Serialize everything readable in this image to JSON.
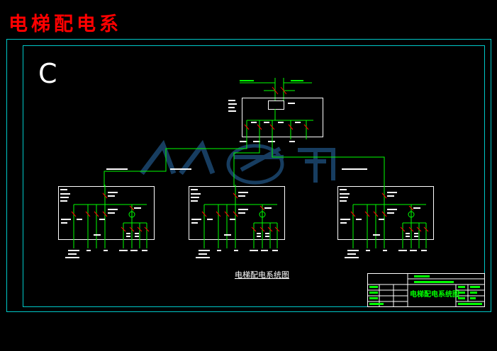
{
  "page_title": "电梯配电系",
  "sheet_letter": "C",
  "diagram_caption": "电梯配电系统图",
  "title_block": {
    "drawing_name": "电梯配电系统图"
  },
  "colors": {
    "background": "#000000",
    "frame": "#00c8c8",
    "wire": "#00ff00",
    "equipment": "#ffffff",
    "breaker": "#ff0000",
    "title": "#ff0000",
    "watermark": "#2a6fb0"
  }
}
